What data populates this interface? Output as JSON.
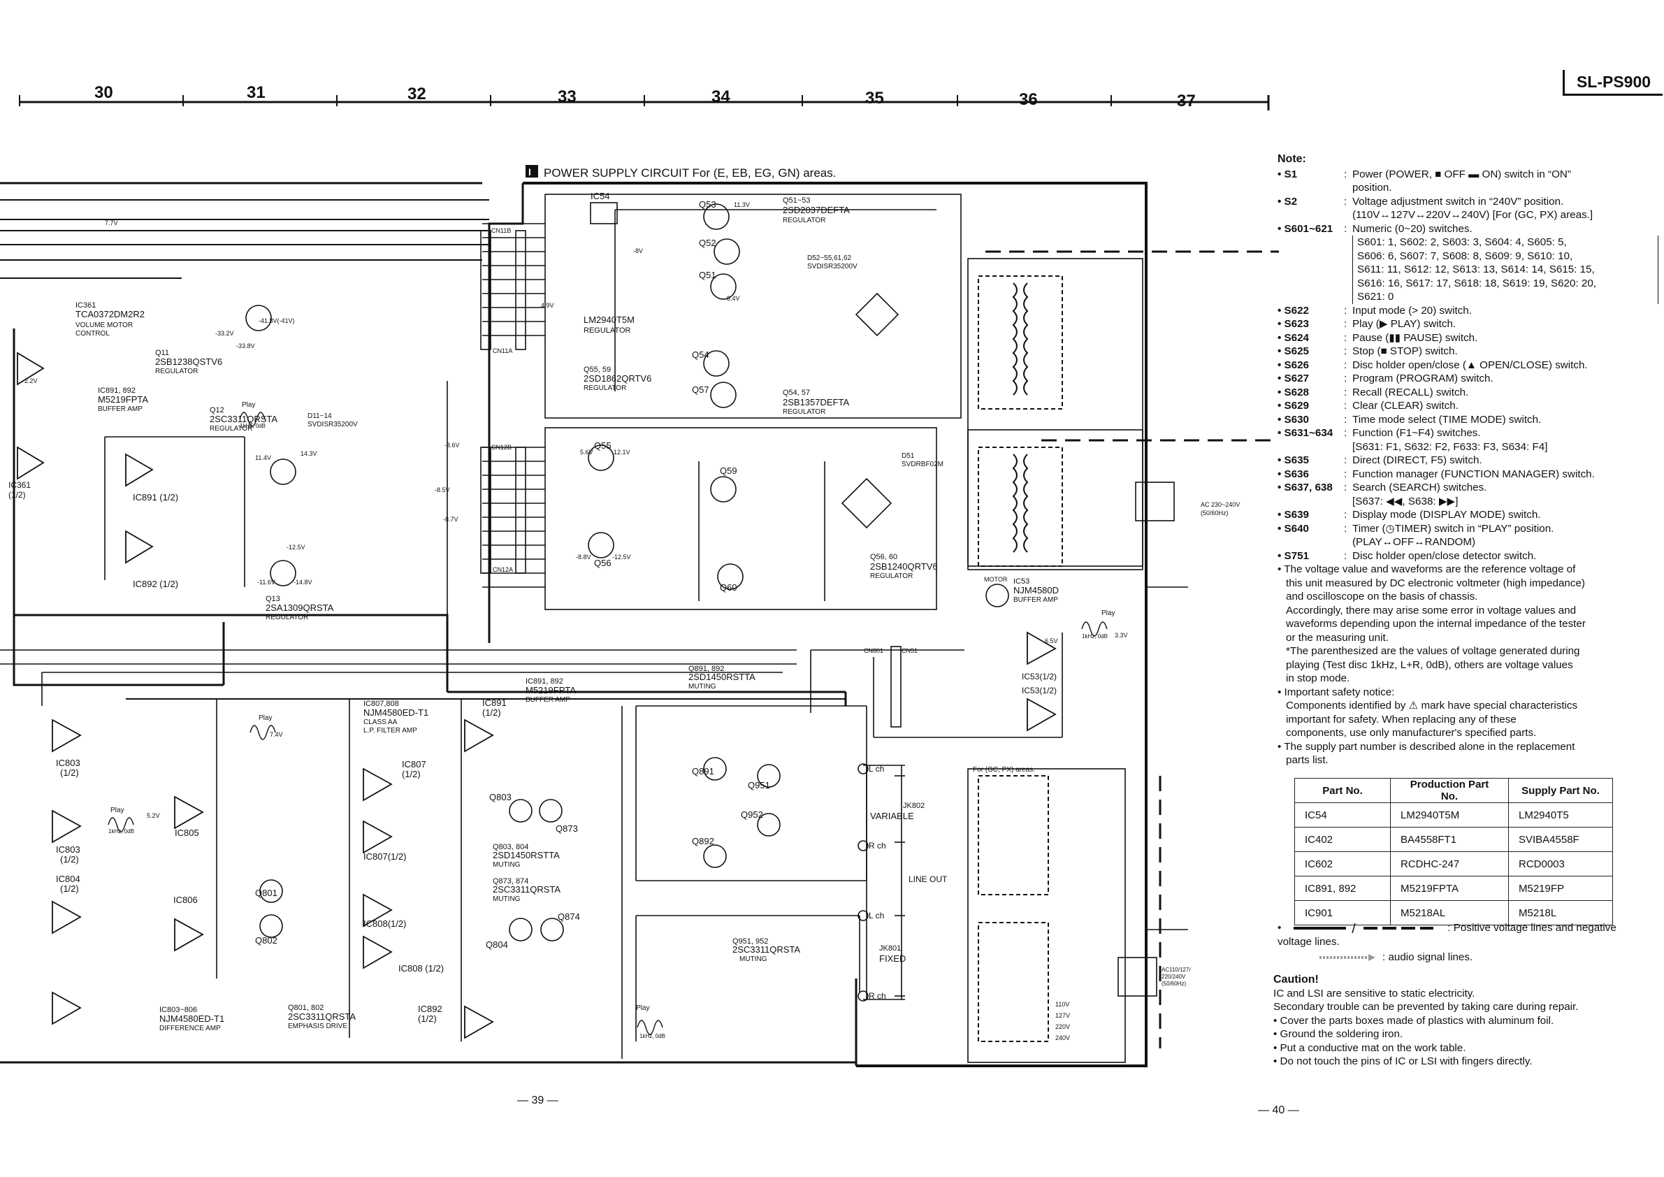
{
  "header": {
    "model": "SL-PS900",
    "grid_numbers": [
      "30",
      "31",
      "32",
      "33",
      "34",
      "35",
      "36",
      "37"
    ],
    "page_left": "— 39 —",
    "page_right": "— 40 —"
  },
  "section": {
    "marker": "I",
    "title": "POWER SUPPLY CIRCUIT For (E, EB, EG, GN) areas.",
    "gc_px_label": "For (GC, PX) areas."
  },
  "components": {
    "ic54": "IC54",
    "ic54_desc": [
      "LM2940T5M",
      "REGULATOR"
    ],
    "q53": "Q53",
    "q51_53": [
      "Q51~53",
      "2SD2037DEFTA",
      "REGULATOR"
    ],
    "q52": "Q52",
    "q51": "Q51",
    "q55_59": [
      "Q55, 59",
      "2SD1862QRTV6",
      "REGULATOR"
    ],
    "q54": "Q54",
    "q57": "Q57",
    "q54_57": [
      "Q54, 57",
      "2SB1357DEFTA",
      "REGULATOR"
    ],
    "d52_55": [
      "D52~55,61,62",
      "SVDISR35200V"
    ],
    "q55": "Q55",
    "q59": "Q59",
    "q56": "Q56",
    "q60": "Q60",
    "q56_60": [
      "Q56, 60",
      "2SB1240QRTV6",
      "REGULATOR"
    ],
    "d51": [
      "D51",
      "SVDRBF02M"
    ],
    "ic361": [
      "IC361",
      "TCA0372DM2R2",
      "VOLUME MOTOR",
      "CONTROL"
    ],
    "q11": [
      "Q11",
      "2SB1238QSTV6",
      "REGULATOR"
    ],
    "q12": [
      "Q12",
      "2SC3311QRSTA",
      "REGULATOR"
    ],
    "q13": [
      "Q13",
      "2SA1309QRSTA",
      "REGULATOR"
    ],
    "d11_14": [
      "D11~14",
      "SVDISR35200V"
    ],
    "ic891_892": [
      "IC891, 892",
      "M5219FPTA",
      "BUFFER AMP"
    ],
    "ic891_half": "IC891 (1/2)",
    "ic892_half": "IC892 (1/2)",
    "ic361_half": [
      "IC361",
      "(1/2)"
    ],
    "ic53": [
      "IC53",
      "NJM4580D",
      "BUFFER AMP"
    ],
    "ic53_1": "IC53(1/2)",
    "ic53_2": "IC53(1/2)",
    "motor": "MOTOR",
    "ic807_808": [
      "IC807,808",
      "NJM4580ED-T1",
      "CLASS AA",
      "L.P. FILTER AMP"
    ],
    "ic807": [
      "IC807",
      "(1/2)"
    ],
    "ic807_half": "IC807(1/2)",
    "ic808_half": "IC808(1/2)",
    "ic808_half2": "IC808 (1/2)",
    "ic891_b": [
      "IC891",
      "(1/2)"
    ],
    "ic891_892_b": [
      "IC891, 892",
      "M5219FPTA",
      "BUFFER AMP"
    ],
    "q891_892": [
      "Q891, 892",
      "2SD1450RSTTA",
      "MUTING"
    ],
    "q891": "Q891",
    "q892": "Q892",
    "q951": "Q951",
    "q952": "Q952",
    "q951_952": [
      "Q951, 952",
      "2SC3311QRSTA",
      "MUTING"
    ],
    "q803": "Q803",
    "q873": "Q873",
    "q803_804": [
      "Q803, 804",
      "2SD1450RSTTA",
      "MUTING"
    ],
    "q873_874": [
      "Q873, 874",
      "2SC3311QRSTA",
      "MUTING"
    ],
    "q874": "Q874",
    "q804": "Q804",
    "q801": "Q801",
    "q802": "Q802",
    "q801_802": [
      "Q801, 802",
      "2SC3311QRSTA",
      "EMPHASIS DRIVE"
    ],
    "ic803_806": [
      "IC803~806",
      "NJM4580ED-T1",
      "DIFFERENCE AMP"
    ],
    "ic803a": [
      "IC803",
      "(1/2)"
    ],
    "ic803b": [
      "IC803",
      "(1/2)"
    ],
    "ic804": [
      "IC804",
      "(1/2)"
    ],
    "ic805": "IC805",
    "ic806": "IC806",
    "ic892_b": [
      "IC892",
      "(1/2)"
    ],
    "jk802": [
      "JK802",
      "VARIABLE"
    ],
    "jk801": [
      "JK801",
      "FIXED"
    ],
    "line_out": "LINE OUT",
    "l_ch": "L ch",
    "r_ch": "R ch",
    "ac_in": [
      "AC 230~240V",
      "(50/60Hz)"
    ],
    "ac_in2": [
      "AC110/127/",
      "220/240V",
      "(50/60Hz)"
    ],
    "voltage_adj": [
      "110V",
      "127V",
      "220V",
      "240V"
    ],
    "connectors": [
      "CN11B",
      "CN11A",
      "CN12B",
      "CN12A",
      "CN801",
      "CN51"
    ],
    "play_label": "Play",
    "freq_label": "1kHz, 0dB",
    "voltages": [
      "-33.2V",
      "-33.8V",
      "-41.8V(-41V)",
      "11.4V",
      "14.3V",
      "-12.5V",
      "-11.6V",
      "-14.8V",
      "4.9V",
      "-8.6V",
      "-8.5V",
      "-8.7V",
      "7.7V",
      "11.3V",
      "8.4V",
      "3.3V",
      "-8V",
      "12.1V",
      "5.6V",
      "6.5V",
      "-8.8V",
      "-12.5V",
      "2.2V",
      "7.4V",
      "5.2V"
    ]
  },
  "notes": {
    "title": "Note:",
    "items": [
      {
        "k": "• S1",
        "v": [
          "Power (POWER, ■ OFF ▬ ON) switch in “ON”",
          "position."
        ]
      },
      {
        "k": "• S2",
        "v": [
          "Voltage adjustment switch in “240V” position.",
          "(110V↔127V↔220V↔240V) [For (GC, PX) areas.]"
        ]
      },
      {
        "k": "• S601~621",
        "v": [
          "Numeric (0~20) switches."
        ]
      }
    ],
    "numeric": [
      "S601: 1, S602: 2, S603: 3, S604: 4, S605: 5,",
      "S606: 6, S607: 7, S608: 8, S609: 9, S610: 10,",
      "S611: 11, S612: 12, S613: 13, S614: 14, S615: 15,",
      "S616: 16, S617: 17, S618: 18, S619: 19, S620: 20,",
      "S621: 0"
    ],
    "items2": [
      {
        "k": "• S622",
        "v": [
          "Input mode (> 20) switch."
        ]
      },
      {
        "k": "• S623",
        "v": [
          "Play (▶ PLAY) switch."
        ]
      },
      {
        "k": "• S624",
        "v": [
          "Pause (▮▮ PAUSE) switch."
        ]
      },
      {
        "k": "• S625",
        "v": [
          "Stop (■ STOP) switch."
        ]
      },
      {
        "k": "• S626",
        "v": [
          "Disc holder open/close (▲ OPEN/CLOSE) switch."
        ]
      },
      {
        "k": "• S627",
        "v": [
          "Program (PROGRAM) switch."
        ]
      },
      {
        "k": "• S628",
        "v": [
          "Recall (RECALL) switch."
        ]
      },
      {
        "k": "• S629",
        "v": [
          "Clear (CLEAR) switch."
        ]
      },
      {
        "k": "• S630",
        "v": [
          "Time mode select (TIME MODE) switch."
        ]
      },
      {
        "k": "• S631~634",
        "v": [
          "Function (F1~F4) switches.",
          "[S631: F1, S632: F2, F633: F3, S634: F4]"
        ]
      },
      {
        "k": "• S635",
        "v": [
          "Direct (DIRECT, F5) switch."
        ]
      },
      {
        "k": "• S636",
        "v": [
          "Function manager (FUNCTION MANAGER) switch."
        ]
      },
      {
        "k": "• S637, 638",
        "v": [
          "Search (SEARCH) switches.",
          "[S637: ◀◀, S638: ▶▶]"
        ]
      },
      {
        "k": "• S639",
        "v": [
          "Display mode (DISPLAY MODE) switch."
        ]
      },
      {
        "k": "• S640",
        "v": [
          "Timer (◷TIMER) switch in “PLAY” position.",
          "(PLAY↔OFF↔RANDOM)"
        ]
      },
      {
        "k": "• S751",
        "v": [
          "Disc holder open/close detector switch."
        ]
      }
    ],
    "paras": [
      "• The voltage value and waveforms are the reference voltage of",
      "this unit measured by DC electronic voltmeter (high impedance)",
      "and oscilloscope on the basis of chassis.",
      "Accordingly, there may arise some error in voltage values and",
      "waveforms depending upon the internal impedance of the tester",
      "or the measuring unit.",
      "*The parenthesized are the values of voltage generated during",
      "playing (Test disc 1kHz, L+R, 0dB), others are voltage values",
      "in stop mode.",
      "• Important safety notice:",
      "Components identified by ⚠ mark have special characteristics",
      "important for safety. When replacing any of these",
      "components, use only manufacturer's specified parts.",
      "• The supply part number is described alone in the replacement",
      "parts list."
    ]
  },
  "parts_table": {
    "headers": [
      "Part No.",
      "Production Part No.",
      "Supply Part No."
    ],
    "rows": [
      [
        "IC54",
        "LM2940T5M",
        "LM2940T5"
      ],
      [
        "IC402",
        "BA4558FT1",
        "SVIBA4558F"
      ],
      [
        "IC602",
        "RCDHC-247",
        "RCD0003"
      ],
      [
        "IC891, 892",
        "M5219FPTA",
        "M5219FP"
      ],
      [
        "IC901",
        "M5218AL",
        "M5218L"
      ]
    ]
  },
  "legend": {
    "line1": ": Positive voltage lines and negative",
    "line2": "voltage lines.",
    "audio": ": audio signal lines."
  },
  "caution": {
    "title": "Caution!",
    "lines": [
      "IC and LSI are sensitive to static electricity.",
      "Secondary trouble can be prevented by taking care during repair.",
      "• Cover the parts boxes made of plastics with aluminum foil.",
      "• Ground the soldering iron.",
      "• Put a conductive mat on the work table.",
      "• Do not touch the pins of IC or LSI with fingers directly."
    ]
  }
}
